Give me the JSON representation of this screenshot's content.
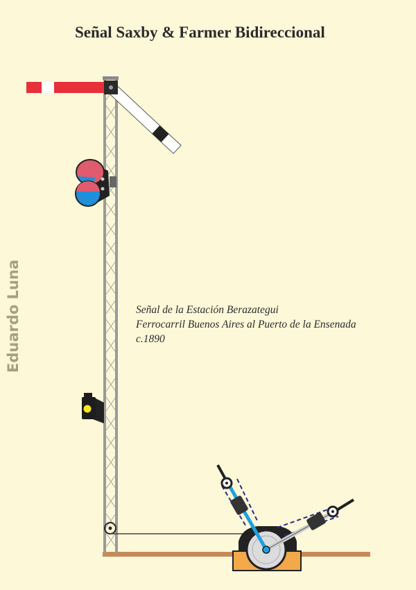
{
  "title": "Señal Saxby & Farmer Bidireccional",
  "author": "Eduardo Luna",
  "caption": {
    "line1": "Señal de la Estación Berazategui",
    "line2": "Ferrocarril Buenos Aires al Puerto de la Ensenada",
    "line3": "c.1890"
  },
  "colors": {
    "background": "#fdf8d8",
    "semaphore_red": "#e8303a",
    "lamp_red": "#e05b6e",
    "lamp_blue": "#1e8fd8",
    "mast": "#9a9a9a",
    "ground": "#c8895a",
    "lever_base": "#f3a94a",
    "lamp_yellow": "#f5e81e"
  },
  "icons": [
    "semaphore-arm-left",
    "semaphore-arm-right",
    "spectacle-lamp",
    "mast-lamp",
    "pulley-wheel",
    "lever-frame"
  ]
}
